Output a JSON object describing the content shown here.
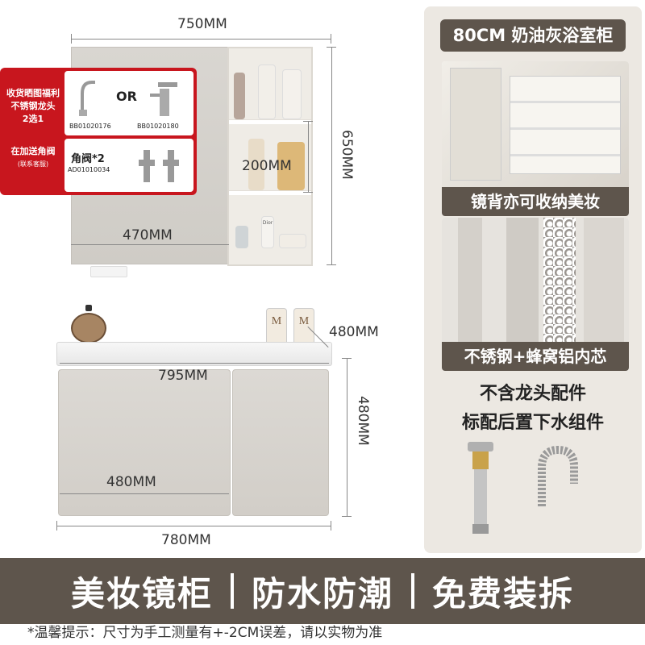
{
  "dims": {
    "mirror_width": "750MM",
    "mirror_height": "650MM",
    "shelf_height": "200MM",
    "door_width": "470MM",
    "vanity_depth": "480MM",
    "basin_width": "795MM",
    "vanity_height": "480MM",
    "vanity_door_width": "480MM",
    "vanity_width": "780MM"
  },
  "promo": {
    "line1": "收货晒图福利",
    "line2": "不锈钢龙头",
    "line3": "2选1",
    "or": "OR",
    "code1": "BB01020176",
    "code2": "BB01020180",
    "extra1": "在加送角阀",
    "extra2": "(联系客服)",
    "valve_label": "角阀*2",
    "valve_code": "AD01010034"
  },
  "bottle_labels": {
    "m": "M",
    "dior": "Dior"
  },
  "right": {
    "tag": "80CM 奶油灰浴室柜",
    "caption1": "镜背亦可收纳美妆",
    "caption2": "不锈钢+蜂窝铝内芯",
    "note1": "不含龙头配件",
    "note2": "标配后置下水组件"
  },
  "banner": {
    "item1": "美妆镜柜",
    "item2": "防水防潮",
    "item3": "免费装拆"
  },
  "footer_note": "*温馨提示：尺寸为手工测量有+-2CM误差，请以实物为准",
  "colors": {
    "accent_red": "#c8161e",
    "brown": "#5e554c"
  }
}
